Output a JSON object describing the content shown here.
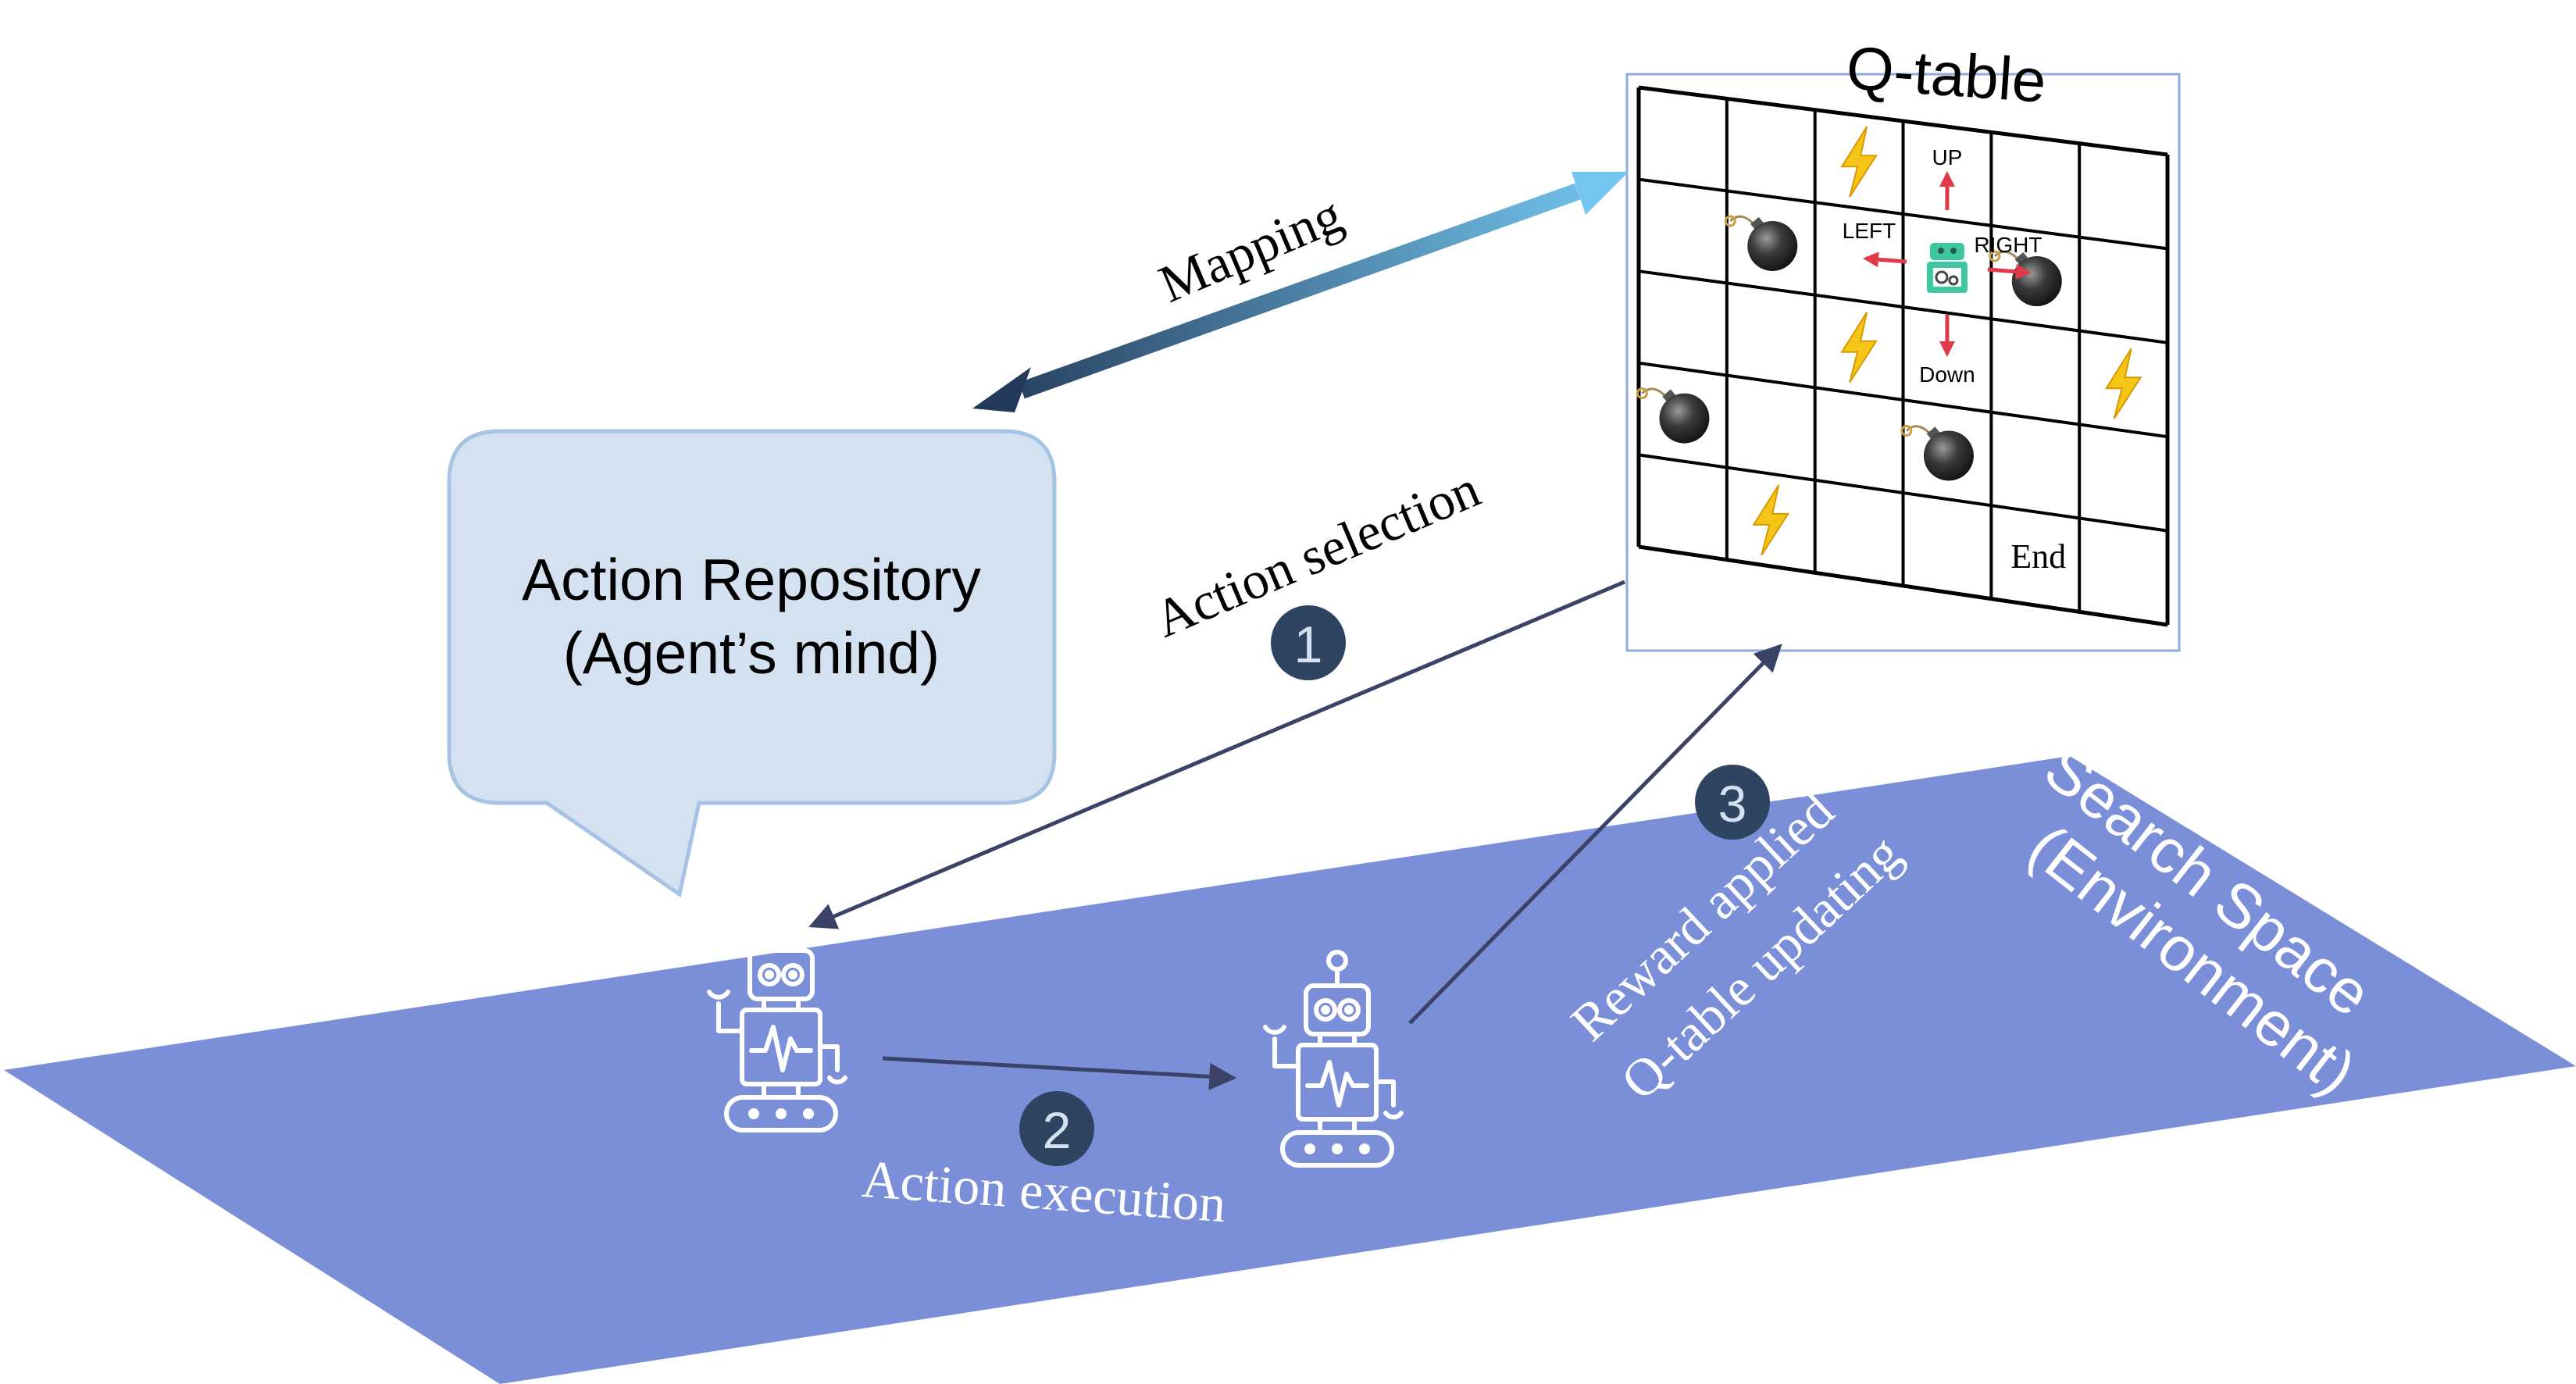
{
  "qtable": {
    "title": "Q-table",
    "rows": 5,
    "cols": 6,
    "direction_labels": {
      "up": "UP",
      "left": "LEFT",
      "right": "RIGHT",
      "down": "Down"
    },
    "end_label": "End",
    "lightning_cells": [
      [
        0,
        2
      ],
      [
        2,
        2
      ],
      [
        2,
        5
      ],
      [
        4,
        1
      ]
    ],
    "bomb_cells": [
      [
        1,
        1
      ],
      [
        1,
        4
      ],
      [
        3,
        0
      ],
      [
        3,
        3
      ]
    ],
    "agent_cell": [
      1,
      3
    ],
    "end_cell": [
      4,
      4
    ]
  },
  "repository": {
    "line1": "Action Repository",
    "line2": "(Agent’s mind)"
  },
  "labels": {
    "mapping": "Mapping",
    "action_selection": "Action selection",
    "action_execution": "Action execution",
    "reward_line1": "Reward applied",
    "reward_line2": "Q-table updating",
    "env_line1": "Search Space",
    "env_line2": "(Environment)"
  },
  "steps": {
    "one": "1",
    "two": "2",
    "three": "3"
  },
  "colors": {
    "plane": "#7b8fd8",
    "bubble_fill": "#d3e1f1",
    "bubble_stroke": "#a7c3e4",
    "badge": "#2e4460",
    "connector": "#3a4268",
    "grid_border": "#8faadc",
    "arrow_red": "#e03a4a",
    "bolt": "#f5c518",
    "bomb": "#2f2f2f"
  },
  "icons": {
    "robot": "robot-icon",
    "bomb": "bomb-icon",
    "bolt": "lightning-icon",
    "agent": "agent-robot-icon"
  }
}
